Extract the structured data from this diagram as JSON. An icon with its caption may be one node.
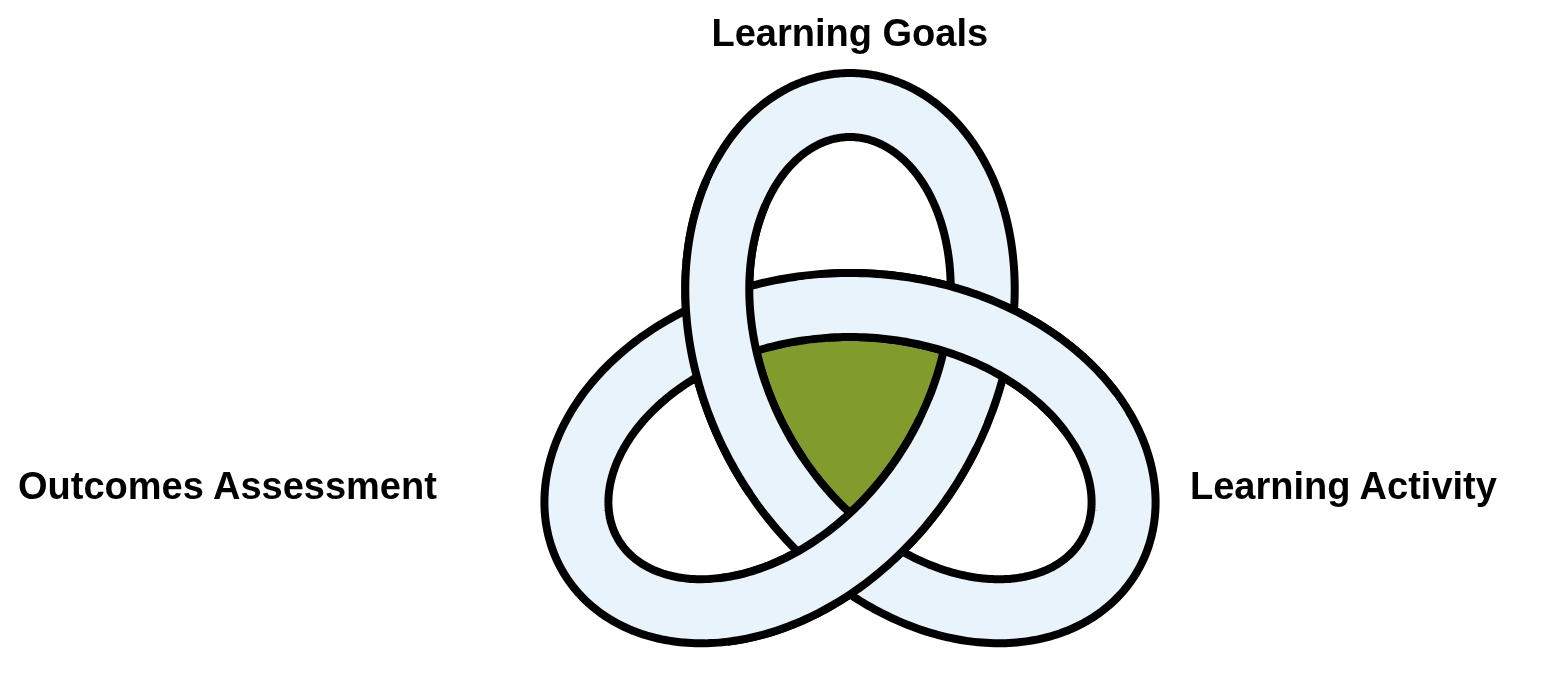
{
  "diagram": {
    "labels": [
      "Learning Goals",
      "Outcomes Assessment",
      "Learning Activity"
    ]
  }
}
